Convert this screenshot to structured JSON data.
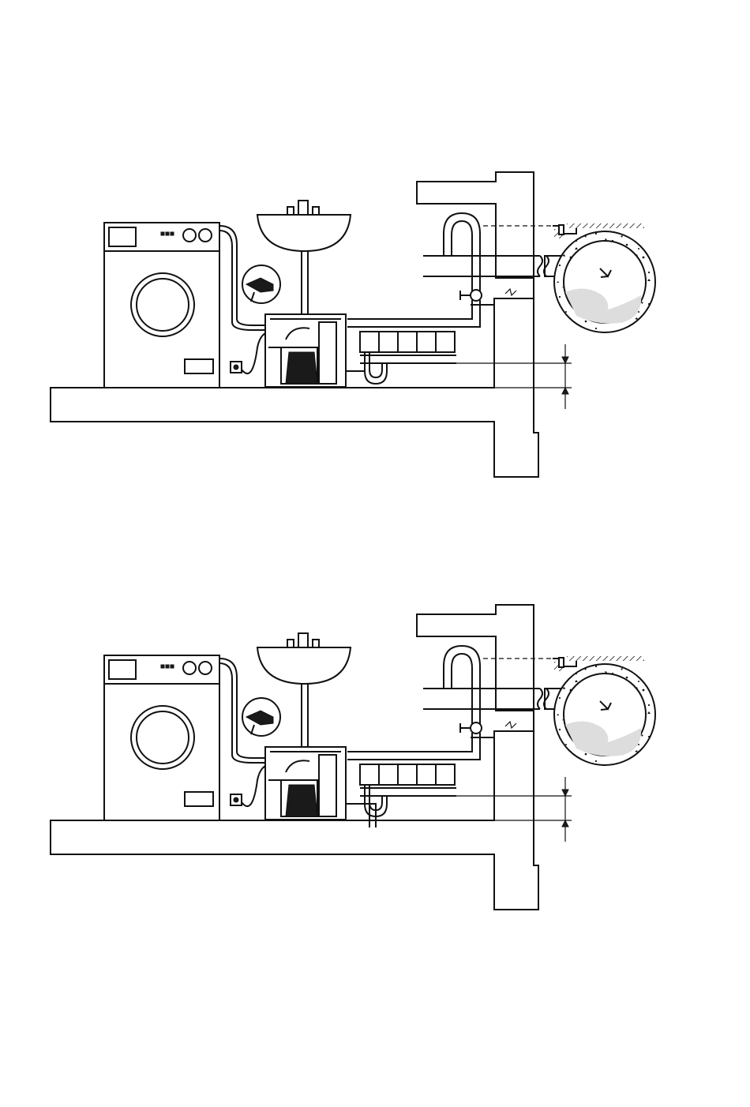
{
  "colors": {
    "ink": "#111111",
    "paper": "#ffffff",
    "concrete_fill": "#ffffff",
    "water_fill": "#d9d9d9"
  },
  "figures": [
    {
      "name": "installation-diagram-top",
      "variant": "floor-standing"
    },
    {
      "name": "installation-diagram-bottom",
      "variant": "raised"
    }
  ],
  "icons": [
    "washing-machine-icon",
    "washbasin-icon",
    "pump-unit-icon",
    "sewer-pipe-icon",
    "shower-tray-icon",
    "power-socket-icon",
    "valve-icon",
    "flow-arrow-icon"
  ]
}
